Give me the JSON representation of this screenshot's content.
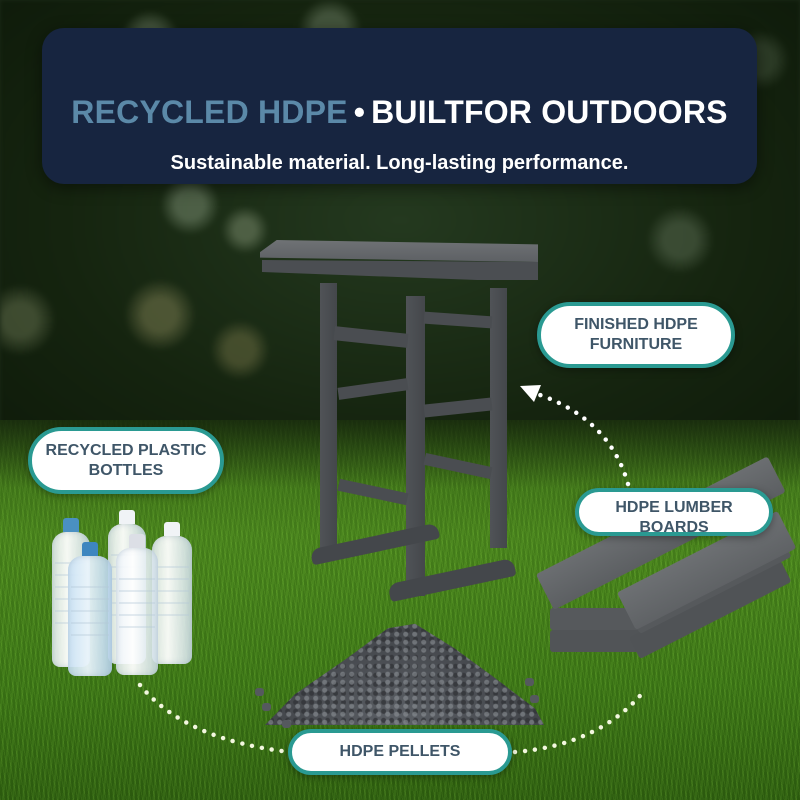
{
  "banner": {
    "title_accent": "RECYCLED HDPE",
    "separator": "•",
    "title_main": "BUILTFOR OUTDOORS",
    "subtitle": "Sustainable material. Long-lasting performance."
  },
  "labels": {
    "finished": {
      "line1": "FINISHED HDPE",
      "line2": "FURNITURE"
    },
    "bottles": {
      "line1": "RECYCLED PLASTIC",
      "line2": "BOTTLES"
    },
    "lumber": {
      "line1": "HDPE LUMBER",
      "line2": "BOARDS"
    },
    "pellets": {
      "line1": "HDPE PELLETS"
    }
  },
  "colors": {
    "banner_bg": "#172540",
    "accent_text": "#5b89a8",
    "pill_border": "#2a9a92",
    "pill_text": "#3f5668",
    "grass": "#4f8c1f",
    "hdpe_gray": "#5e6164"
  },
  "process_steps": [
    "RECYCLED PLASTIC BOTTLES",
    "HDPE PELLETS",
    "HDPE LUMBER BOARDS",
    "FINISHED HDPE FURNITURE"
  ]
}
